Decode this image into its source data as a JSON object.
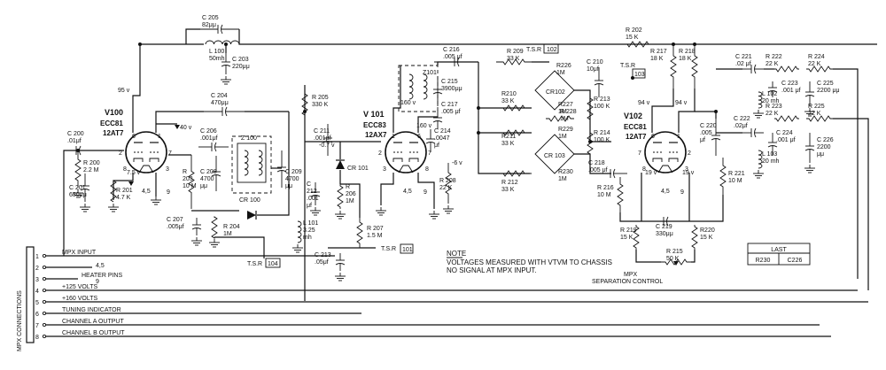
{
  "tubes": {
    "v100": {
      "designator": "V100",
      "type": "ECC81",
      "equivalent": "12AT7"
    },
    "v101": {
      "designator": "V 101",
      "type": "ECC83",
      "equivalent": "12AX7"
    },
    "v102": {
      "designator": "V102",
      "type": "ECC81",
      "equivalent": "12AT7"
    }
  },
  "components": {
    "c205": [
      "C 205",
      "82μμ"
    ],
    "l100": [
      "L 100",
      "50mh"
    ],
    "c203": [
      "C 203",
      "220μμ"
    ],
    "c204": [
      "C 204",
      "470μμ"
    ],
    "c200": [
      "C 200",
      ".01μf"
    ],
    "r200": [
      "R 200",
      "2.2 M"
    ],
    "c201": [
      "C 201",
      "680μμ"
    ],
    "r201": [
      "R 201",
      "4.7 K"
    ],
    "r203": [
      "R",
      "203",
      "10 M"
    ],
    "c206": [
      "C 206",
      ".001μf"
    ],
    "c208": [
      "C 208",
      "4700",
      "μμ"
    ],
    "z100": [
      "Z 100"
    ],
    "c209": [
      "C 209",
      "4700",
      "μμ"
    ],
    "cr100": [
      "CR 100"
    ],
    "c207": [
      "C 207",
      ".005μf"
    ],
    "r204": [
      "R 204",
      "1M"
    ],
    "l101": [
      "L 101",
      "3.25",
      "mh"
    ],
    "tsr104": [
      "T.S.R",
      "104"
    ],
    "r205": [
      "R 205",
      "330 K"
    ],
    "c211": [
      "C 211",
      ".001μf"
    ],
    "cr101": [
      "CR 101"
    ],
    "c212": [
      "C",
      "212",
      ".001",
      "μf"
    ],
    "r206": [
      "R",
      "206",
      "1M"
    ],
    "r207": [
      "R 207",
      "1.5 M"
    ],
    "c213": [
      "C 213",
      ".05μf"
    ],
    "tsr101": [
      "T.S.R",
      "101"
    ],
    "z101": [
      "Z101"
    ],
    "c216": [
      "C 216",
      ".005 μf"
    ],
    "c215": [
      "C 215",
      "3900μμ"
    ],
    "c217": [
      "C 217",
      ".005 μf"
    ],
    "c214": [
      "C 214",
      ".0047",
      "μf"
    ],
    "r208": [
      "R 208",
      "22 K"
    ],
    "r209": [
      "R 209",
      "33 K"
    ],
    "tsr102": [
      "T.S.R",
      "102"
    ],
    "r226": [
      "R226",
      "1M"
    ],
    "cr102": [
      "CR102"
    ],
    "r227": [
      "R227",
      "1M"
    ],
    "r228": [
      "R 228",
      "1M"
    ],
    "r210": [
      "R210",
      "33 K"
    ],
    "r211": [
      "R211",
      "33 K"
    ],
    "r229": [
      "R229",
      "1M"
    ],
    "cr103": [
      "CR 103"
    ],
    "r230": [
      "R230",
      "1M"
    ],
    "r212": [
      "R 212",
      "33 K"
    ],
    "c210": [
      "C 210",
      "10μf"
    ],
    "r213": [
      "R 213",
      "100 K"
    ],
    "r214": [
      "R 214",
      "100 K"
    ],
    "tsr103": [
      "T.S.R",
      "103"
    ],
    "r202": [
      "R 202",
      "15 K"
    ],
    "r217": [
      "R 217",
      "18 K"
    ],
    "r218": [
      "R 218",
      "18 K"
    ],
    "c218": [
      "C 218",
      ".005 μf"
    ],
    "r216": [
      "R 216",
      "10 M"
    ],
    "c220": [
      "C 220",
      ".005",
      "μf"
    ],
    "r221": [
      "R 221",
      "10 M"
    ],
    "c219": [
      "C 219",
      "330μμ"
    ],
    "r219": [
      "R 219",
      "15 K"
    ],
    "r220": [
      "R220",
      "15 K"
    ],
    "r215": [
      "R 215",
      "50 K"
    ],
    "c221": [
      "C 221",
      ".02 μf"
    ],
    "r222": [
      "R 222",
      "22 K"
    ],
    "r224": [
      "R 224",
      "22 K"
    ],
    "c223": [
      "C 223",
      ".001 μf"
    ],
    "c225": [
      "C 225",
      "2200 μμ"
    ],
    "l102": [
      "L 102",
      "20 mh"
    ],
    "r223": [
      "R 223",
      "22 K"
    ],
    "c222": [
      "C 222",
      ".02μf"
    ],
    "c224": [
      "C 224",
      ".001 μf"
    ],
    "r225": [
      "R 225",
      "22 K"
    ],
    "c226": [
      "C 226",
      "2200",
      "μμ"
    ],
    "l103": [
      "L 103",
      "20 mh"
    ]
  },
  "voltages": {
    "v95": "95 v",
    "v40": "40 v",
    "v75": "7.5 v",
    "v07": "-0.7 v",
    "v160": "160 v",
    "v160b": "160 v",
    "v6": "-6 v",
    "v94a": "94 v",
    "v94b": "94 v",
    "v19a": "19 v",
    "v19b": "19 v"
  },
  "heater_pins": [
    "4,5",
    "9"
  ],
  "pins": {
    "v100": [
      "6",
      "1",
      "2",
      "7",
      "8",
      "3"
    ],
    "v101": [
      "1",
      "6",
      "2",
      "7",
      "3",
      "8"
    ],
    "v102": [
      "6",
      "1",
      "7",
      "2",
      "8",
      "3"
    ]
  },
  "connections": {
    "title": "MPX CONNECTIONS",
    "items": [
      {
        "num": "1",
        "label": "MPX INPUT"
      },
      {
        "num": "2",
        "label": ""
      },
      {
        "num": "3",
        "label": ""
      },
      {
        "num": "4",
        "label": "+125 VOLTS"
      },
      {
        "num": "5",
        "label": "+160 VOLTS"
      },
      {
        "num": "6",
        "label": "TUNING INDICATOR"
      },
      {
        "num": "7",
        "label": "CHANNEL A OUTPUT"
      },
      {
        "num": "8",
        "label": "CHANNEL B OUTPUT"
      }
    ],
    "heater_note": {
      "pin_a": "4,5",
      "label": "HEATER PINS",
      "pin_b": "9"
    }
  },
  "note": {
    "heading": "NOTE",
    "lines": [
      "VOLTAGES MEASURED WITH VTVM TO CHASSIS",
      "NO SIGNAL AT MPX INPUT."
    ]
  },
  "separation_control": [
    "MPX",
    "SEPARATION CONTROL"
  ],
  "last_box": {
    "title": "LAST",
    "values": [
      "R230",
      "C226"
    ]
  }
}
